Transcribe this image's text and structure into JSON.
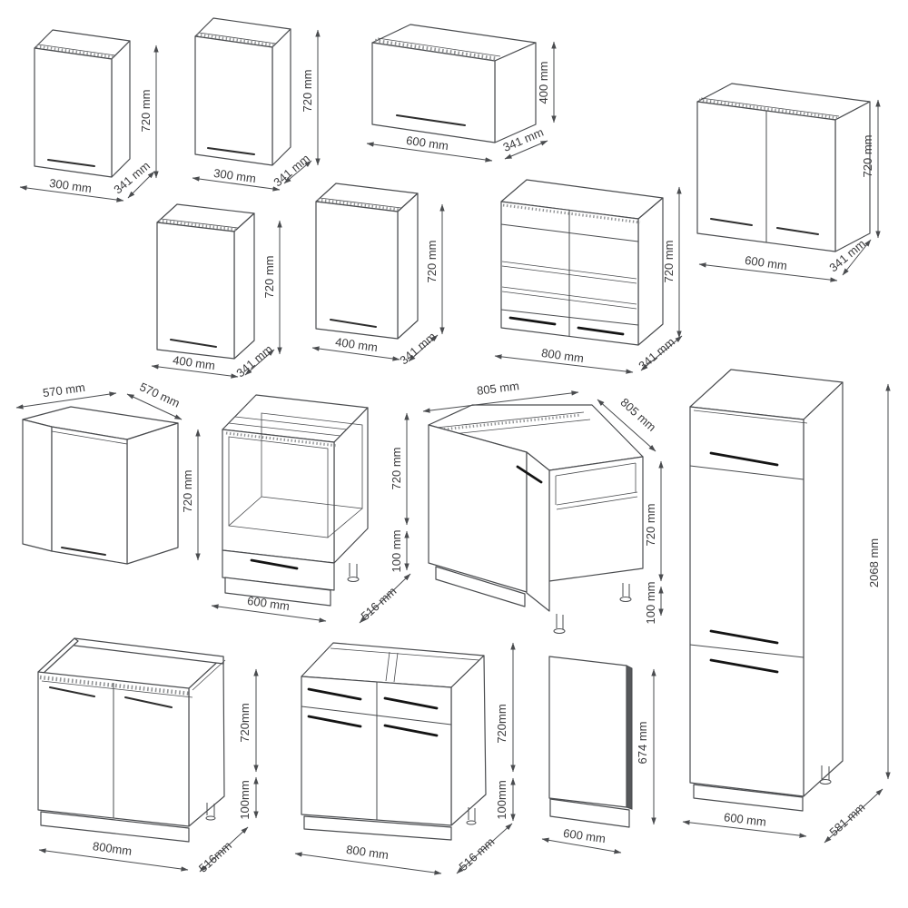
{
  "meta": {
    "background_color": "#ffffff",
    "line_color": "#4a4c4f",
    "text_color": "#3a3a3c",
    "handle_color": "#141414",
    "description": "Kitchen cabinet dimension drawings sheet"
  },
  "diagram": {
    "cabinets": {
      "wall300a": {
        "width": "300 mm",
        "height": "720 mm",
        "depth": "341 mm"
      },
      "wall300b": {
        "width": "300 mm",
        "height": "720 mm",
        "depth": "341 mm"
      },
      "wall600flap": {
        "width": "600 mm",
        "height": "400 mm",
        "depth": "341 mm"
      },
      "wall600double": {
        "width": "600 mm",
        "height": "720 mm",
        "depth": "341 mm"
      },
      "wall400a": {
        "width": "400 mm",
        "height": "720 mm",
        "depth": "341 mm"
      },
      "wall400b": {
        "width": "400 mm",
        "height": "720 mm",
        "depth": "341 mm"
      },
      "wall800glass": {
        "width": "800 mm",
        "height": "720 mm",
        "depth": "341 mm"
      },
      "corner570": {
        "width": "570 mm",
        "depth": "570 mm",
        "height": "720 mm"
      },
      "oven600": {
        "width": "600 mm",
        "height": "720 mm",
        "plinth": "100 mm",
        "depth": "516 mm"
      },
      "corner805": {
        "width": "805 mm",
        "depth": "805 mm",
        "height": "720 mm",
        "plinth": "100 mm"
      },
      "tall600": {
        "height": "2068 mm",
        "width": "600 mm",
        "depth": "581 mm"
      },
      "sink800": {
        "width": "800mm",
        "height": "720mm",
        "plinth": "100mm",
        "depth": "516mm"
      },
      "drawer800": {
        "width": "800 mm",
        "height": "720mm",
        "plinth": "100mm",
        "depth": "516 mm"
      },
      "panel600": {
        "width": "600 mm",
        "height": "674 mm"
      }
    }
  }
}
